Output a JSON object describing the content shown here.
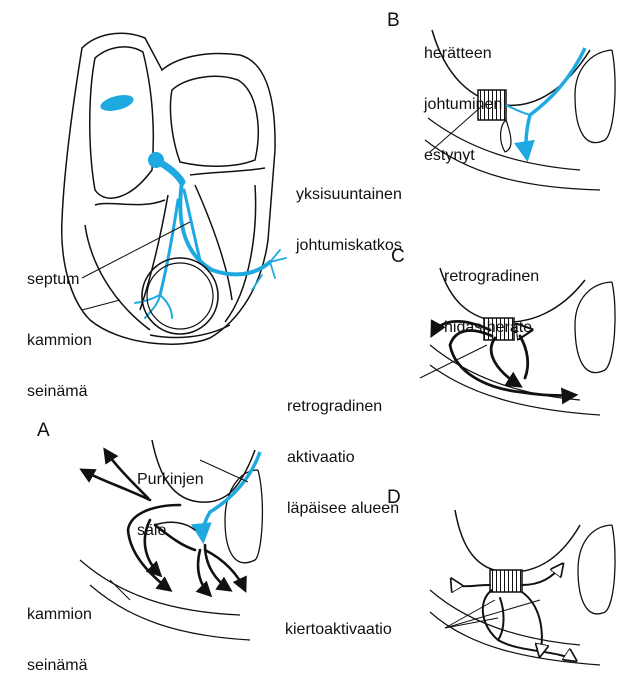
{
  "colors": {
    "conduction": "#1fa9e1",
    "ink": "#111111",
    "background": "#ffffff"
  },
  "panels": {
    "b": "B",
    "c": "C",
    "a": "A",
    "d": "D"
  },
  "labels": {
    "septum": "septum",
    "kammion_seinama_top": [
      "kammion",
      "seinämä"
    ],
    "purkinjen_saie": [
      "Purkinjen",
      "säie"
    ],
    "kammion_seinama_bottom": [
      "kammion",
      "seinämä"
    ],
    "herattee_johtuminen": [
      "herätteen",
      "johtuminen",
      "estynyt"
    ],
    "yksisuuntainen": [
      "yksisuuntainen",
      "johtumiskatkos"
    ],
    "retrogradinen_hidas": [
      "retrogradinen",
      "hidas heräte"
    ],
    "retrogradinen_aktivaatio": [
      "retrogradinen",
      "aktivaatio",
      "läpäisee alueen"
    ],
    "kiertoaktivaatio": "kiertoaktivaatio"
  }
}
